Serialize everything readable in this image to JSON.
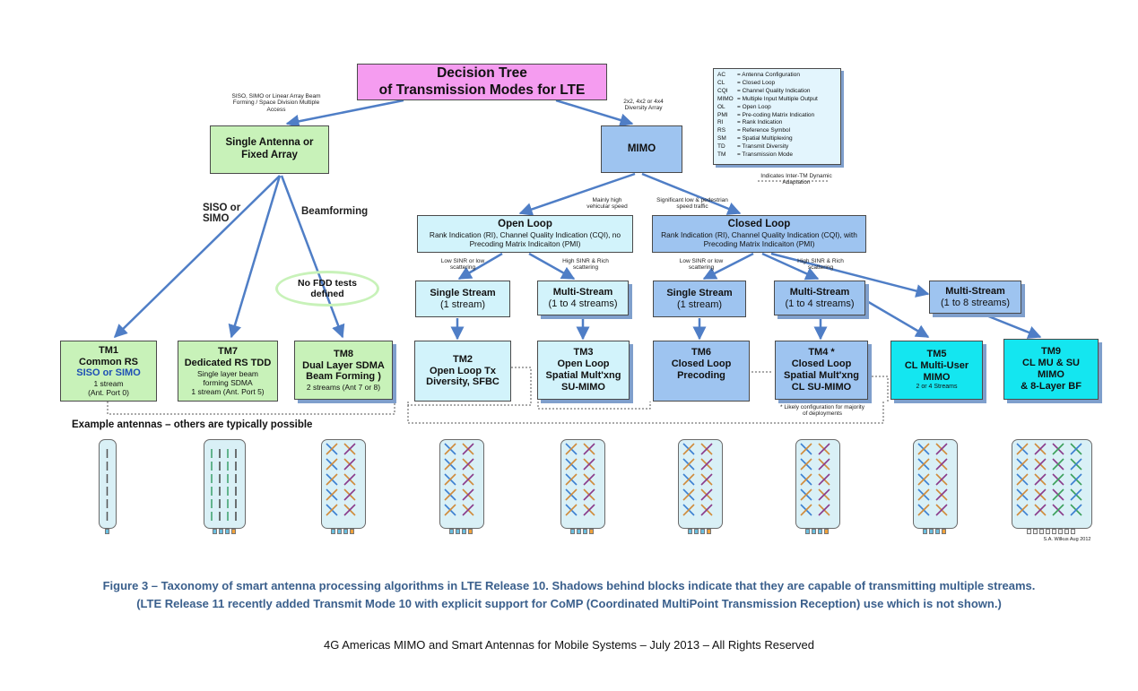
{
  "title": {
    "line1": "Decision Tree",
    "line2": "of Transmission Modes for LTE"
  },
  "edge_labels": {
    "siso_simo_linear": "SISO, SIMO or Linear Array Beam Forming / Space Division Multiple Access",
    "diversity": "2x2, 4x2 or 4x4 Diversity Array",
    "siso_or_simo": "SISO or SIMO",
    "beamforming": "Beamforming",
    "vehicular": "Mainly high vehicular speed",
    "pedestrian": "Significant low & pedestrian speed traffic",
    "ol_low": "Low SINR or low scattering",
    "ol_high": "High SINR & Rich scattering",
    "cl_low": "Low SINR or low scattering",
    "cl_high": "High SINR & Rich scattering",
    "inter_tm": "Indicates Inter-TM Dynamic Adaptation"
  },
  "nodes": {
    "single_antenna": "Single Antenna or Fixed Array",
    "mimo": "MIMO",
    "no_fdd": "No FDD tests defined",
    "open_loop": {
      "title": "Open Loop",
      "desc": "Rank Indication (RI), Channel Quality Indication (CQI), no Precoding Matrix Indicaiton (PMI)"
    },
    "closed_loop": {
      "title": "Closed Loop",
      "desc": "Rank Indication (RI), Channel Quality Indication (CQI), with Precoding Matrix Indicaiton (PMI)"
    },
    "ol_single": {
      "title": "Single Stream",
      "sub": "(1 stream)"
    },
    "ol_multi": {
      "title": "Multi-Stream",
      "sub": "(1 to 4 streams)"
    },
    "cl_single": {
      "title": "Single Stream",
      "sub": "(1 stream)"
    },
    "cl_multi": {
      "title": "Multi-Stream",
      "sub": "(1 to 4 streams)"
    },
    "cl_multi8": {
      "title": "Multi-Stream",
      "sub": "(1 to 8 streams)"
    }
  },
  "modes": {
    "tm1": {
      "name": "TM1",
      "l1": "Common RS",
      "l2": "SISO or SIMO",
      "l3": "1 stream",
      "l4": "(Ant. Port 0)"
    },
    "tm7": {
      "name": "TM7",
      "l1": "Dedicated RS TDD",
      "l2": "Single layer beam forming SDMA",
      "l3": "1 stream (Ant. Port 5)"
    },
    "tm8": {
      "name": "TM8",
      "l1": "Dual Layer SDMA",
      "l2": "Beam Forming )",
      "l3": "2 streams (Ant 7 or 8)"
    },
    "tm2": {
      "name": "TM2",
      "l1": "Open Loop Tx",
      "l2": "Diversity, SFBC"
    },
    "tm3": {
      "name": "TM3",
      "l1": "Open Loop",
      "l2": "Spatial Mult'xng",
      "l3": "SU-MIMO"
    },
    "tm6": {
      "name": "TM6",
      "l1": "Closed Loop",
      "l2": "Precoding"
    },
    "tm4": {
      "name": "TM4 *",
      "l1": "Closed Loop",
      "l2": "Spatial Mult'xng",
      "l3": "CL SU-MIMO",
      "note": "* Likely configuration for majority of deployments"
    },
    "tm5": {
      "name": "TM5",
      "l1": "CL Multi-User",
      "l2": "MIMO",
      "l3": "2 or 4 Streams"
    },
    "tm9": {
      "name": "TM9",
      "l1": "CL MU & SU",
      "l2": "MIMO",
      "l3": "& 8-Layer BF"
    }
  },
  "legend": [
    {
      "k": "AC",
      "v": "= Antenna Configuration"
    },
    {
      "k": "CL",
      "v": "= Closed Loop"
    },
    {
      "k": "CQI",
      "v": "= Channel Quality Indication"
    },
    {
      "k": "MIMO",
      "v": "= Multiple Input Multiple Output"
    },
    {
      "k": "OL",
      "v": "= Open Loop"
    },
    {
      "k": "PMI",
      "v": "= Pre-coding Matrix Indication"
    },
    {
      "k": "RI",
      "v": "= Rank Indication"
    },
    {
      "k": "RS",
      "v": "= Reference Symbol"
    },
    {
      "k": "SM",
      "v": "= Spatial Multiplexing"
    },
    {
      "k": "TD",
      "v": "= Transmit Diversity"
    },
    {
      "k": "TM",
      "v": "= Transmission Mode"
    }
  ],
  "antennas_label": "Example antennas – others are typically possible",
  "signature": "S.A. Wilkus Aug 2012",
  "caption": {
    "line1": "Figure 3 – Taxonomy of smart antenna processing algorithms in LTE Release 10. Shadows behind blocks indicate that they are capable of transmitting multiple streams.",
    "line2": "(LTE Release 11 recently added Transmit Mode 10 with explicit support for CoMP (Coordinated MultiPoint Transmission Reception) use which is not shown.)"
  },
  "footer": "4G Americas MIMO and Smart Antennas for Mobile Systems – July 2013 – All Rights Reserved",
  "colors": {
    "title_fill": "#f59cf0",
    "green": "#c8f2b9",
    "blue": "#9ec4f0",
    "light_cyan": "#d2f3fb",
    "cyan": "#14e6f0",
    "arrow": "#4f7ec6",
    "caption": "#3a5f8c"
  }
}
